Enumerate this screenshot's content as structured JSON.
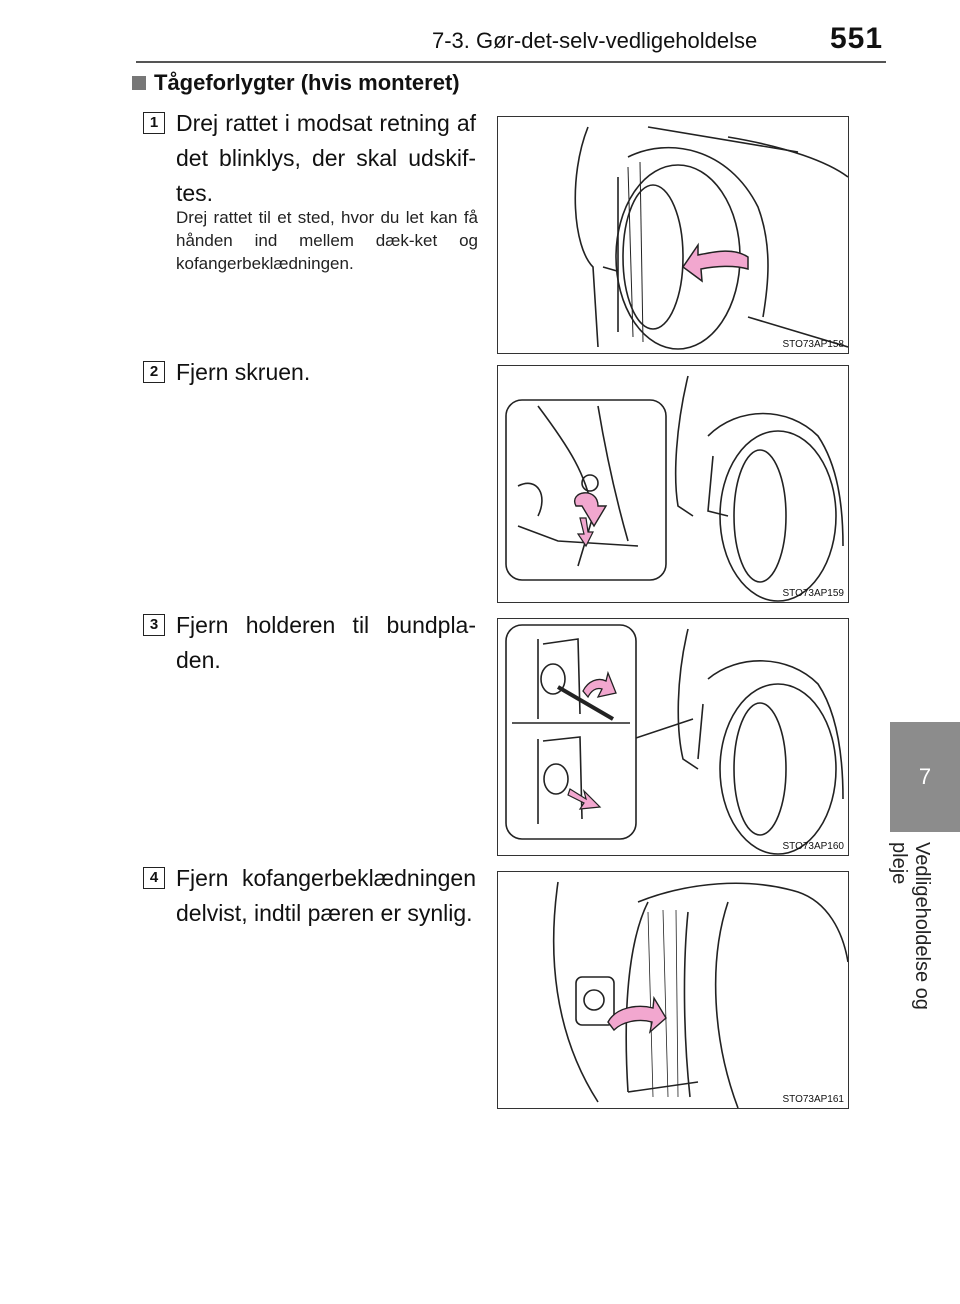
{
  "header": {
    "section": "7-3. Gør-det-selv-vedligeholdelse",
    "page_number": "551"
  },
  "side_tab": {
    "chapter": "7",
    "label": "Vedligeholdelse og pleje"
  },
  "section_title": "Tågeforlygter (hvis monteret)",
  "steps": [
    {
      "number": "1",
      "text": "Drej rattet i modsat retning af det blinklys, der skal udskif-tes.",
      "sub": "Drej rattet til et sted, hvor du let kan få hånden ind mellem dæk-ket og kofangerbeklædningen.",
      "figure_code": "STO73AP158"
    },
    {
      "number": "2",
      "text": "Fjern skruen.",
      "figure_code": "STO73AP159"
    },
    {
      "number": "3",
      "text": "Fjern holderen til bundpla-den.",
      "figure_code": "STO73AP160"
    },
    {
      "number": "4",
      "text": "Fjern kofangerbeklædningen delvist, indtil pæren er synlig.",
      "figure_code": "STO73AP161"
    }
  ],
  "colors": {
    "arrow_pink": "#f2a7cf",
    "tab_gray": "#8c8c8c",
    "line": "#222222"
  }
}
